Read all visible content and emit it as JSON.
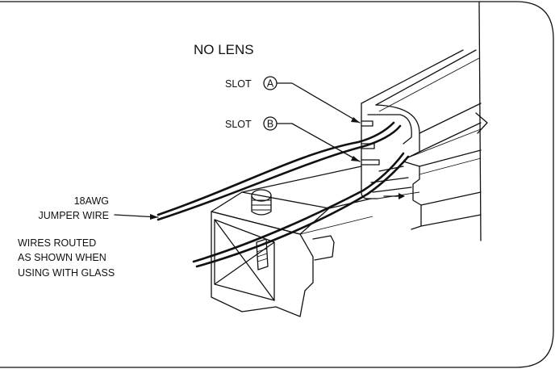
{
  "title": "NO LENS",
  "callouts": {
    "slot_a_text": "SLOT",
    "slot_a_letter": "A",
    "slot_b_text": "SLOT",
    "slot_b_letter": "B",
    "wire_line1": "18AWG",
    "wire_line2": "JUMPER WIRE",
    "note_line1": "WIRES ROUTED",
    "note_line2": "AS SHOWN WHEN",
    "note_line3": "USING WITH GLASS"
  },
  "colors": {
    "ink": "#111111",
    "background": "#ffffff"
  }
}
